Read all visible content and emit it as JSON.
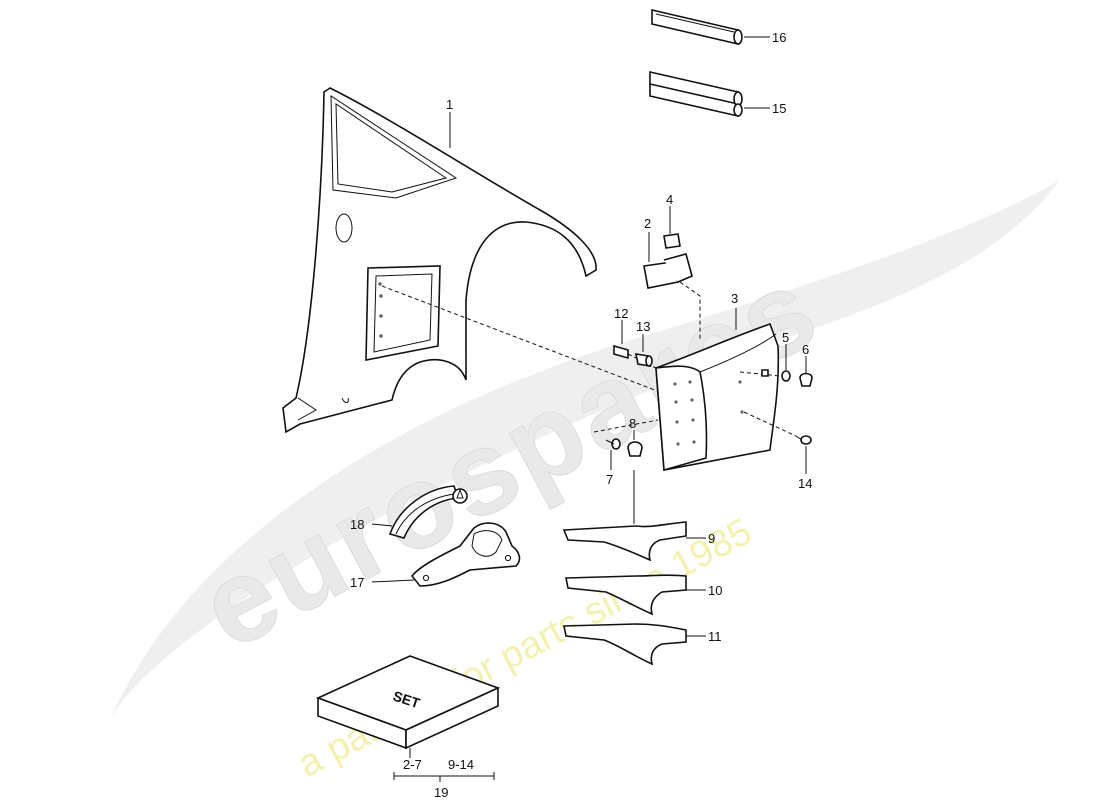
{
  "watermark": {
    "brand": "eurospares",
    "tagline": "a passion for parts since 1985",
    "brand_color": "#e6e6e6",
    "tagline_color": "#f3f0a8"
  },
  "callouts": {
    "p1": "1",
    "p2": "2",
    "p3": "3",
    "p4": "4",
    "p5": "5",
    "p6": "6",
    "p7": "7",
    "p8": "8",
    "p9": "9",
    "p10": "10",
    "p11": "11",
    "p12": "12",
    "p13": "13",
    "p14": "14",
    "p15": "15",
    "p16": "16",
    "p17": "17",
    "p18": "18",
    "p19": "19"
  },
  "set_box": {
    "label": "SET"
  },
  "kit_range": {
    "left": "2-7",
    "right": "9-14"
  }
}
